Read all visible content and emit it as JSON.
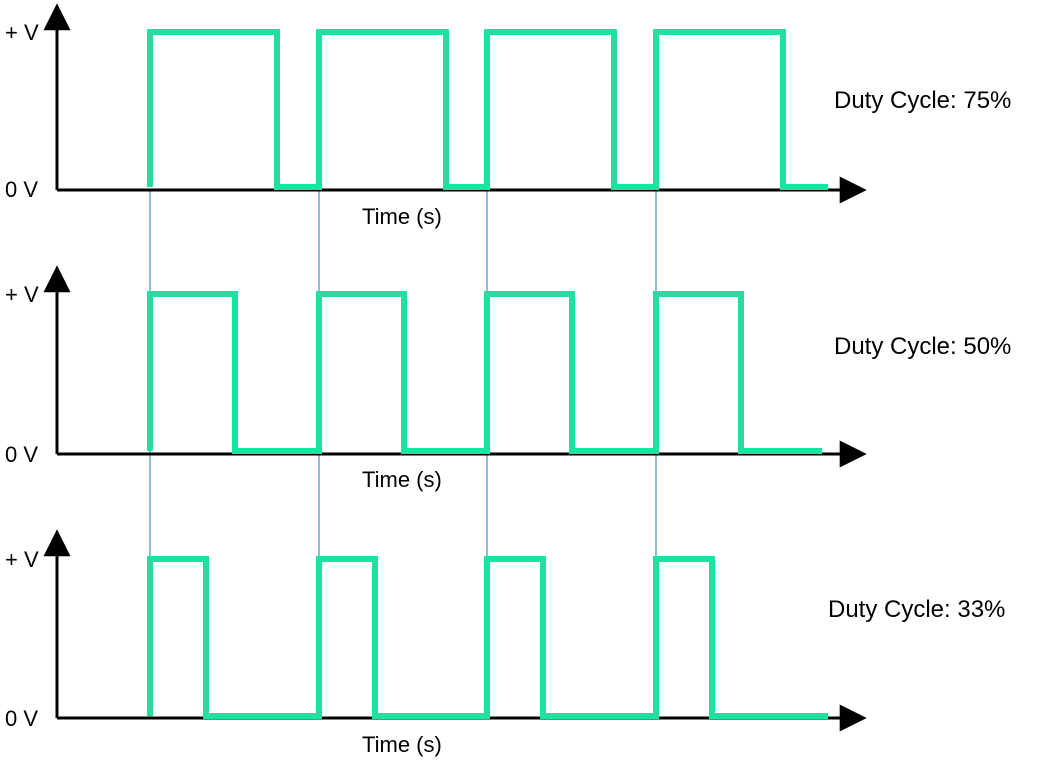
{
  "colors": {
    "wave": "#1ee0a0",
    "axis": "#000000",
    "guide": "#2a7ab0"
  },
  "panels": [
    {
      "y_high_label": "+ V",
      "y_low_label": "0 V",
      "x_label": "Time (s)",
      "duty_label": "Duty Cycle: 75%",
      "duty": 0.75
    },
    {
      "y_high_label": "+ V",
      "y_low_label": "0 V",
      "x_label": "Time (s)",
      "duty_label": "Duty Cycle: 50%",
      "duty": 0.5
    },
    {
      "y_high_label": "+ V",
      "y_low_label": "0 V",
      "x_label": "Time (s)",
      "duty_label": "Duty Cycle: 33%",
      "duty": 0.33
    }
  ],
  "cycles": 4
}
